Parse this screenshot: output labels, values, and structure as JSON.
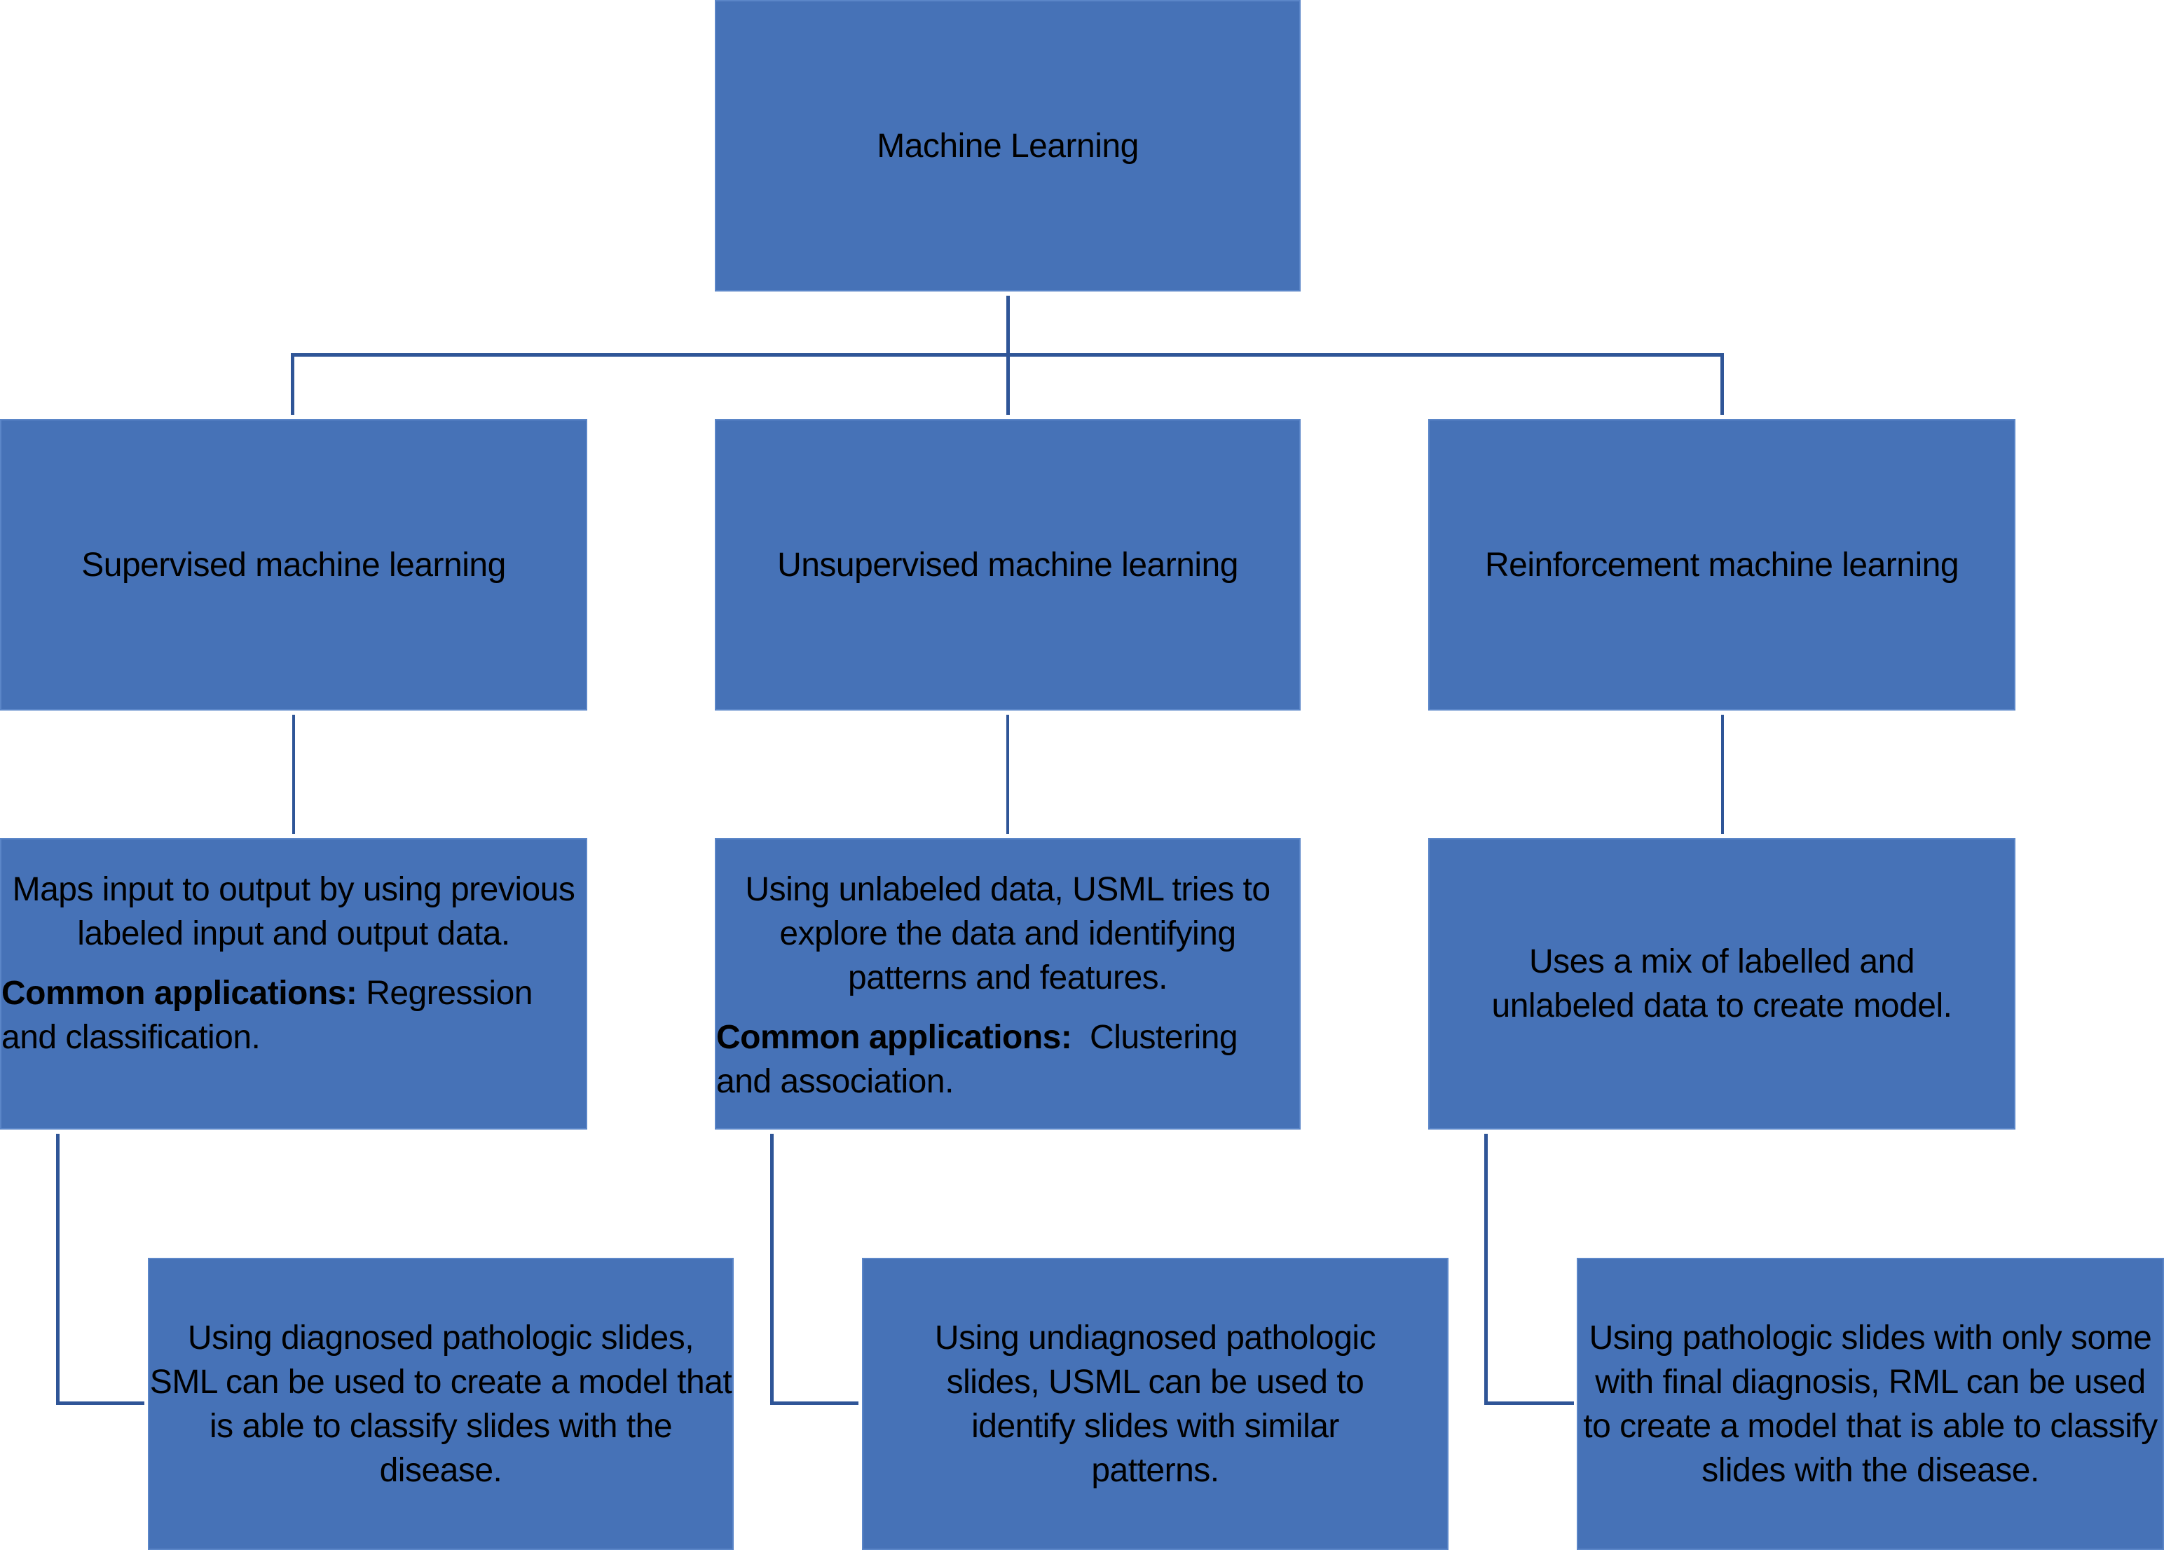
{
  "colors": {
    "box_fill": "#4672B7",
    "connector": "#2F5597",
    "text": "#000000"
  },
  "root": {
    "label": "Machine Learning"
  },
  "branches": [
    {
      "title": "Supervised machine learning",
      "description": "Maps input to output by using previous labeled input and output data.",
      "applications_label": "Common applications:",
      "applications_text": " Regression and classification.",
      "example": "Using diagnosed pathologic slides, SML can be used to create a model that is able to classify slides with the disease."
    },
    {
      "title": "Unsupervised machine learning",
      "description": "Using unlabeled data, USML tries to explore the data and identifying patterns and features.",
      "applications_label": "Common applications:",
      "applications_text": "  Clustering and association.",
      "example": "Using undiagnosed pathologic slides, USML can be used to identify slides with similar patterns."
    },
    {
      "title": "Reinforcement machine learning",
      "description": "Uses a mix of labelled and unlabeled data to create model.",
      "example": "Using pathologic slides with only some with final diagnosis, RML can be used to create a model that is able to classify slides with the disease."
    }
  ]
}
